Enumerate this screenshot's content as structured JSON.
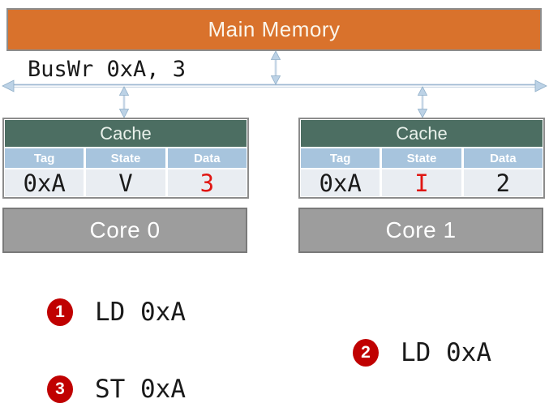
{
  "colors": {
    "memory_fill": "#D9722C",
    "memory_border": "#8C8C8C",
    "memory_text": "#FBF5EA",
    "cache_header_fill": "#4C6E62",
    "cache_header_text": "#E9F1EB",
    "table_header_fill": "#A7C4DD",
    "table_header_text": "#FFFFFF",
    "table_row_fill": "#E9EDF2",
    "cache_border": "#8C8C8C",
    "core_fill": "#9D9D9D",
    "core_border": "#7A7A7A",
    "core_text": "#FFFFFF",
    "arrow_line": "#9FB9D3",
    "arrow_fill": "#BCD2E6",
    "arrow_edge": "#8FAEC8",
    "badge_fill": "#C00101",
    "badge_text": "#FFFFFF",
    "highlight_red": "#E01613",
    "text_black": "#1A1A1A"
  },
  "memory": {
    "label": "Main Memory"
  },
  "bus": {
    "transaction_label": "BusWr 0xA, 3"
  },
  "caches": [
    {
      "title": "Cache",
      "columns": [
        "Tag",
        "State",
        "Data"
      ],
      "row": {
        "tag": "0xA",
        "state": "V",
        "data": "3"
      },
      "highlighted_cell": "data"
    },
    {
      "title": "Cache",
      "columns": [
        "Tag",
        "State",
        "Data"
      ],
      "row": {
        "tag": "0xA",
        "state": "I",
        "data": "2"
      },
      "highlighted_cell": "state"
    }
  ],
  "cores": [
    {
      "label": "Core 0"
    },
    {
      "label": "Core 1"
    }
  ],
  "operations": [
    {
      "number": "1",
      "label": "LD 0xA"
    },
    {
      "number": "2",
      "label": "LD 0xA"
    },
    {
      "number": "3",
      "label": "ST 0xA"
    }
  ]
}
